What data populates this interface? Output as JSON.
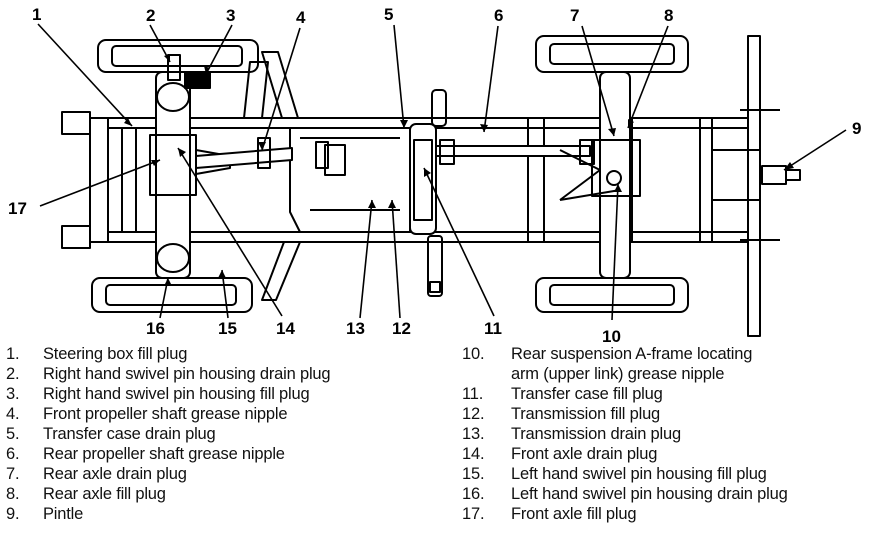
{
  "callouts": [
    "1",
    "2",
    "3",
    "4",
    "5",
    "6",
    "7",
    "8",
    "9",
    "10",
    "11",
    "12",
    "13",
    "14",
    "15",
    "16",
    "17"
  ],
  "legend": {
    "left": [
      {
        "num": "1.",
        "text": "Steering box fill plug"
      },
      {
        "num": "2.",
        "text": "Right hand swivel pin housing drain plug"
      },
      {
        "num": "3.",
        "text": "Right hand swivel pin housing fill plug"
      },
      {
        "num": "4.",
        "text": "Front propeller shaft grease nipple"
      },
      {
        "num": "5.",
        "text": "Transfer case drain plug"
      },
      {
        "num": "6.",
        "text": "Rear propeller shaft grease nipple"
      },
      {
        "num": "7.",
        "text": "Rear axle drain plug"
      },
      {
        "num": "8.",
        "text": "Rear axle fill plug"
      },
      {
        "num": "9.",
        "text": "Pintle"
      }
    ],
    "right": [
      {
        "num": "10.",
        "text": "Rear suspension A-frame locating"
      },
      {
        "num": "",
        "text": "arm (upper link) grease nipple"
      },
      {
        "num": "11.",
        "text": "Transfer case fill plug"
      },
      {
        "num": "12.",
        "text": "Transmission fill plug"
      },
      {
        "num": "13.",
        "text": "Transmission drain plug"
      },
      {
        "num": "14.",
        "text": "Front axle drain plug"
      },
      {
        "num": "15.",
        "text": "Left hand swivel pin housing fill plug"
      },
      {
        "num": "16.",
        "text": "Left hand swivel pin housing drain plug"
      },
      {
        "num": "17.",
        "text": "Front axle fill plug"
      }
    ]
  }
}
